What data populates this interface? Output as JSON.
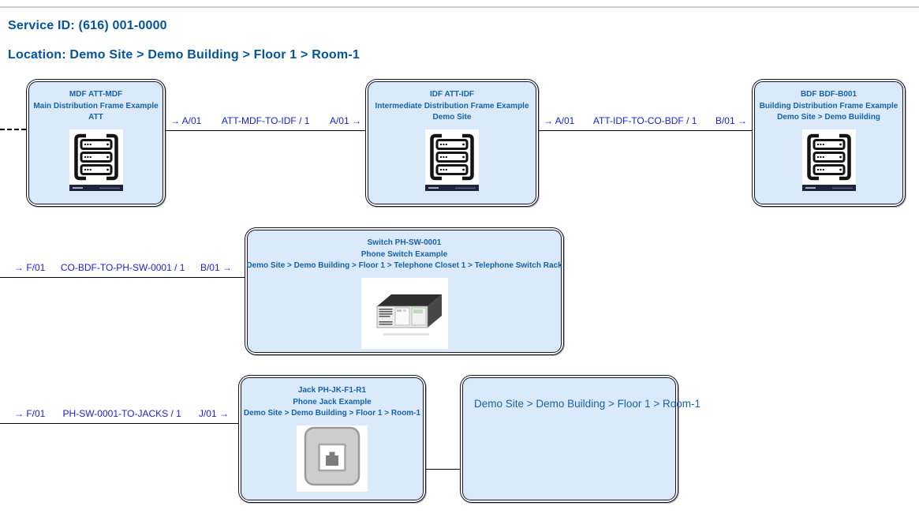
{
  "header": {
    "service_id": "Service ID: (616) 001-0000",
    "location": "Location: Demo Site > Demo Building > Floor 1 > Room-1"
  },
  "colors": {
    "header_text": "#02549e",
    "node_fill": "#daeafb",
    "node_border": "#14142b",
    "node_text": "#1761ab",
    "link_text": "#1c1cdd",
    "connector_line": "#000000",
    "top_rule": "#cccccc"
  },
  "nodes": [
    {
      "id": "mdf",
      "icon": "rack-icon",
      "lines": [
        "MDF ATT-MDF",
        "Main Distribution Frame Example",
        "ATT"
      ]
    },
    {
      "id": "idf",
      "icon": "rack-icon",
      "lines": [
        "IDF ATT-IDF",
        "Intermediate Distribution Frame Example",
        "Demo Site"
      ]
    },
    {
      "id": "bdf",
      "icon": "rack-icon",
      "lines": [
        "BDF BDF-B001",
        "Building Distribution Frame Example",
        "Demo Site > Demo Building"
      ]
    },
    {
      "id": "switch",
      "icon": "switch-icon",
      "lines": [
        "Switch PH-SW-0001",
        "Phone Switch Example",
        "Demo Site > Demo Building > Floor 1 > Telephone Closet 1 > Telephone Switch Rack"
      ]
    },
    {
      "id": "jack",
      "icon": "jack-icon",
      "lines": [
        "Jack PH-JK-F1-R1",
        "Phone Jack Example",
        "Demo Site > Demo Building > Floor 1 > Room-1"
      ]
    },
    {
      "id": "room",
      "icon": null,
      "lines": [
        "Demo Site > Demo Building > Floor 1 > Room-1"
      ]
    }
  ],
  "connections": [
    {
      "out_port": "→ A/01",
      "cable": "ATT-MDF-TO-IDF / 1",
      "in_port": "A/01 →"
    },
    {
      "out_port": "→ A/01",
      "cable": "ATT-IDF-TO-CO-BDF / 1",
      "in_port": "B/01 →"
    },
    {
      "out_port": "→ F/01",
      "cable": "CO-BDF-TO-PH-SW-0001 / 1",
      "in_port": "B/01 →"
    },
    {
      "out_port": "→ F/01",
      "cable": "PH-SW-0001-TO-JACKS / 1",
      "in_port": "J/01 →"
    }
  ]
}
